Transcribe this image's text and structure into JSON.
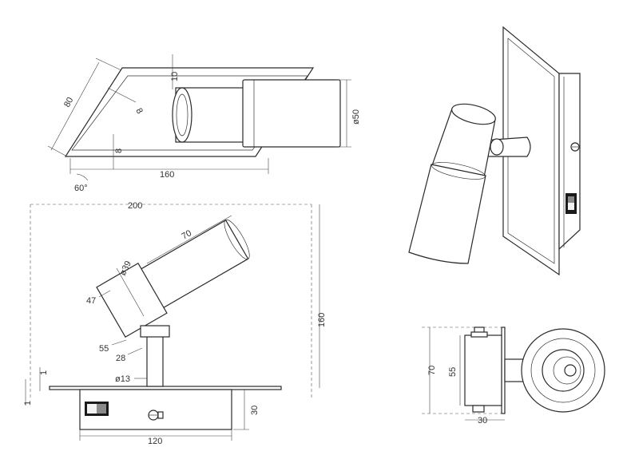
{
  "drawing": {
    "top_view": {
      "dim_width": "80",
      "dim_length": "160",
      "dim_thickness": "10",
      "dim_inset": "8",
      "dim_inset_bottom": "8",
      "dim_diameter": "ø50",
      "dim_angle": "60°"
    },
    "side_view": {
      "dim_total_width": "200",
      "dim_total_height": "160",
      "dim_head_length": "70",
      "dim_head_diameter": "ø39",
      "dim_front_depth": "47",
      "dim_front_lower": "55",
      "dim_neck": "28",
      "dim_stem_diameter": "ø13",
      "dim_plate_top": "1",
      "dim_plate_side": "1",
      "dim_plate_height": "30",
      "dim_base_width": "120"
    },
    "front_view": {
      "dim_height": "70",
      "dim_inner_height": "55",
      "dim_depth": "30"
    },
    "icons": [
      "rocker-switch-icon",
      "screw-icon"
    ]
  }
}
